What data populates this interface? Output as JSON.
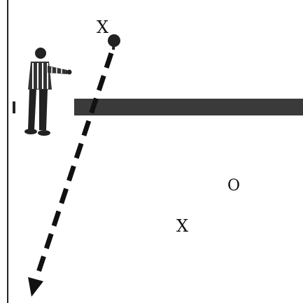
{
  "diagram": {
    "labels": {
      "top_player": "X",
      "defender": "O",
      "lower_player": "X"
    },
    "colors": {
      "line": "#111111",
      "barrier": "#3a3a3a",
      "figure": "#222222",
      "background": "#ffffff"
    },
    "icons": {
      "referee": "referee-figure-icon",
      "ball": "ball-icon",
      "arrow": "dashed-arrow-icon"
    }
  }
}
